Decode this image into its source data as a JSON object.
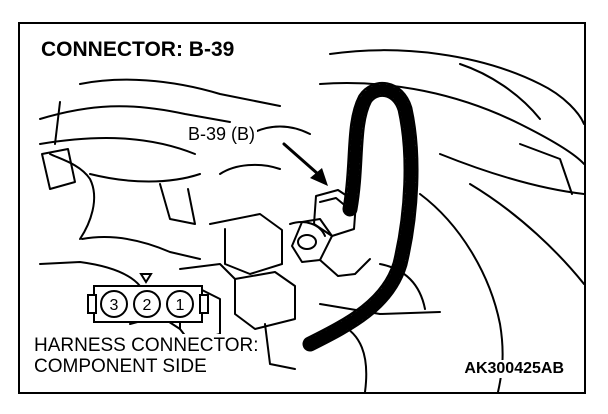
{
  "title": "CONNECTOR: B-39",
  "callout_label": "B-39 (B)",
  "harness_label": {
    "line1": "HARNESS CONNECTOR:",
    "line2": "COMPONENT SIDE"
  },
  "figure_code": "AK300425AB",
  "connector_pins": [
    "3",
    "2",
    "1"
  ]
}
